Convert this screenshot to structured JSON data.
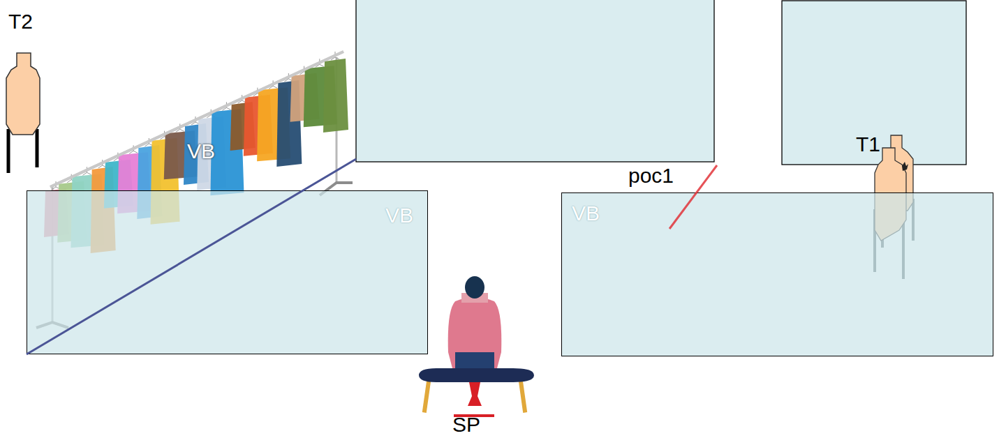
{
  "diagram": {
    "nodes": [
      {
        "text": [
          "VB"
        ]
      },
      {
        "text": [
          "VB"
        ]
      }
    ],
    "labels": [
      "T2",
      "VB",
      "poc1",
      "T1",
      "SP"
    ]
  }
}
